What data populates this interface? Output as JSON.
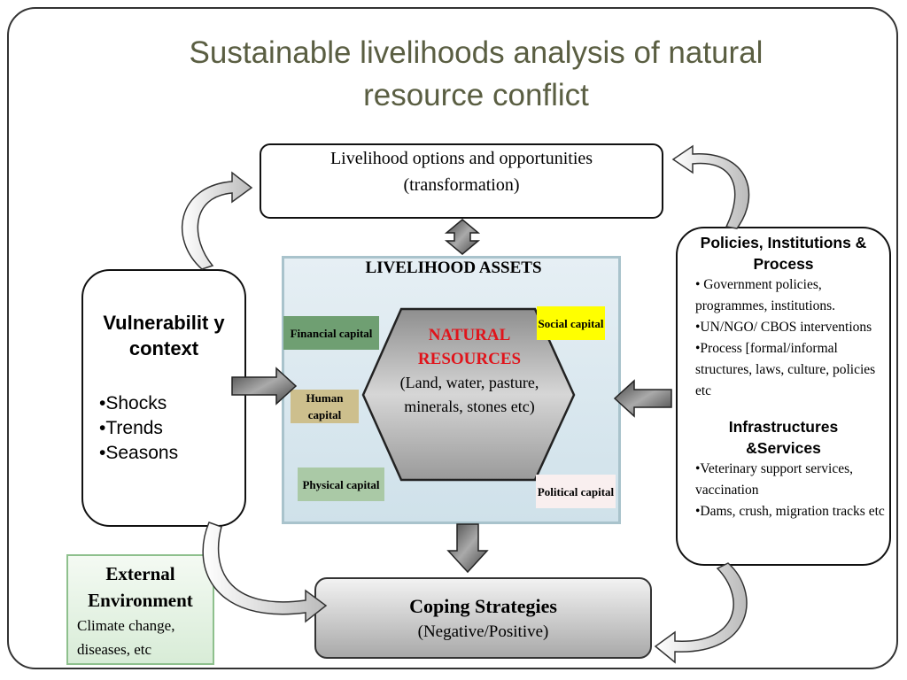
{
  "title": "Sustainable livelihoods analysis of natural resource conflict",
  "livelihood_options": {
    "line1": "Livelihood options and opportunities",
    "line2": "(transformation)"
  },
  "vulnerability": {
    "heading": "Vulnerabilit y context",
    "items": [
      "•Shocks",
      "•Trends",
      "•Seasons"
    ]
  },
  "assets": {
    "title": "LIVELIHOOD ASSETS",
    "natural_resources": {
      "title1": "NATURAL",
      "title2": "RESOURCES",
      "body": "(Land, water, pasture, minerals, stones etc)"
    },
    "capitals": [
      {
        "label": "Financial capital",
        "color": "#6f9f72"
      },
      {
        "label": "Social capital",
        "color": "#ffff00"
      },
      {
        "label": "Human capital",
        "color": "#cdbf8d"
      },
      {
        "label": "Physical capital",
        "color": "#aac9a6"
      },
      {
        "label": "Political capital",
        "color": "#f9efef"
      }
    ]
  },
  "policies": {
    "heading": "Policies, Institutions & Process",
    "items": [
      "• Government policies, programmes, institutions.",
      "•UN/NGO/ CBOS interventions",
      "•Process [formal/informal structures, laws, culture, policies etc"
    ],
    "infra_heading": "Infrastructures &Services",
    "infra_items": [
      "•Veterinary support services, vaccination",
      "•Dams, crush, migration tracks etc"
    ]
  },
  "external": {
    "heading": "External Environment",
    "body": "Climate change, diseases, etc"
  },
  "coping": {
    "heading": "Coping Strategies",
    "body": "(Negative/Positive)"
  }
}
